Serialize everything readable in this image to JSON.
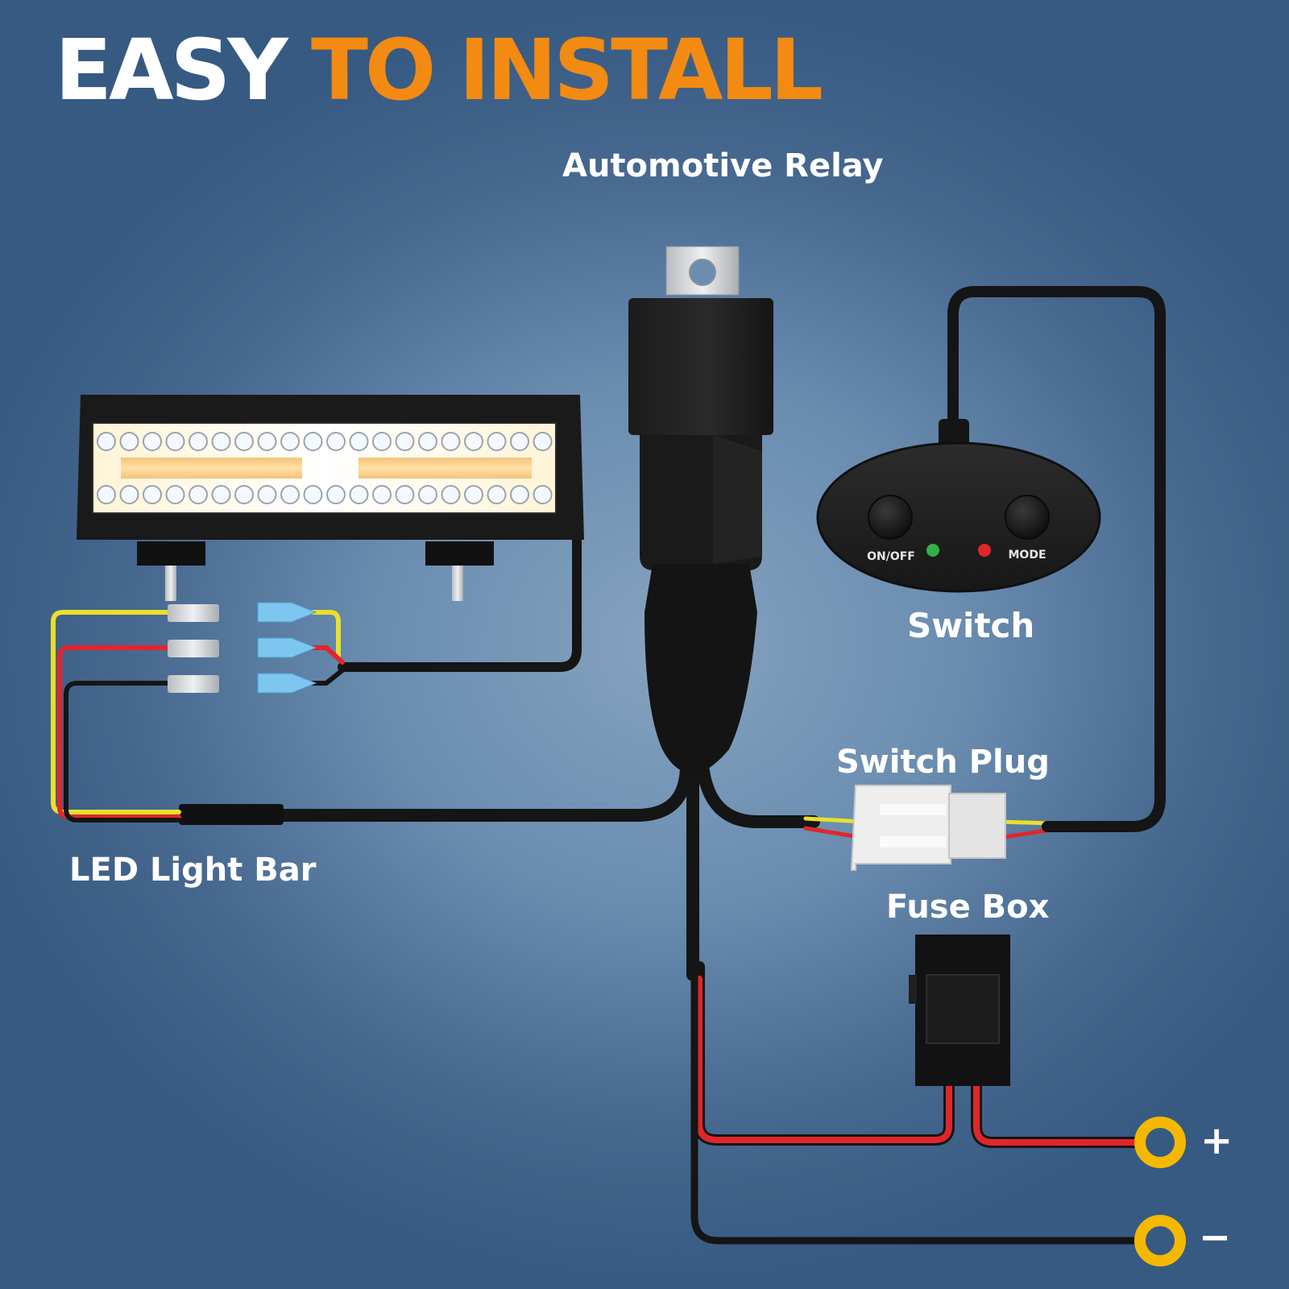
{
  "headline": {
    "part1": "EASY ",
    "part2": "TO INSTALL"
  },
  "labels": {
    "relay": "Automotive Relay",
    "switch": "Switch",
    "switch_plug": "Switch Plug",
    "led_bar": "LED Light Bar",
    "fuse_box": "Fuse Box"
  },
  "switch_buttons": {
    "left": "ON/OFF",
    "right": "MODE"
  },
  "terminals": {
    "positive": "+",
    "negative": "−"
  },
  "colors": {
    "headline_white": "#ffffff",
    "headline_accent": "#f38a12",
    "wire_black": "#151515",
    "wire_red": "#e0262b",
    "wire_yellow": "#e9df2c",
    "ring_terminal": "#f5b800",
    "connector_blue": "#7cc6ef",
    "indicator_green": "#2fb24a",
    "indicator_red": "#e0262b"
  }
}
